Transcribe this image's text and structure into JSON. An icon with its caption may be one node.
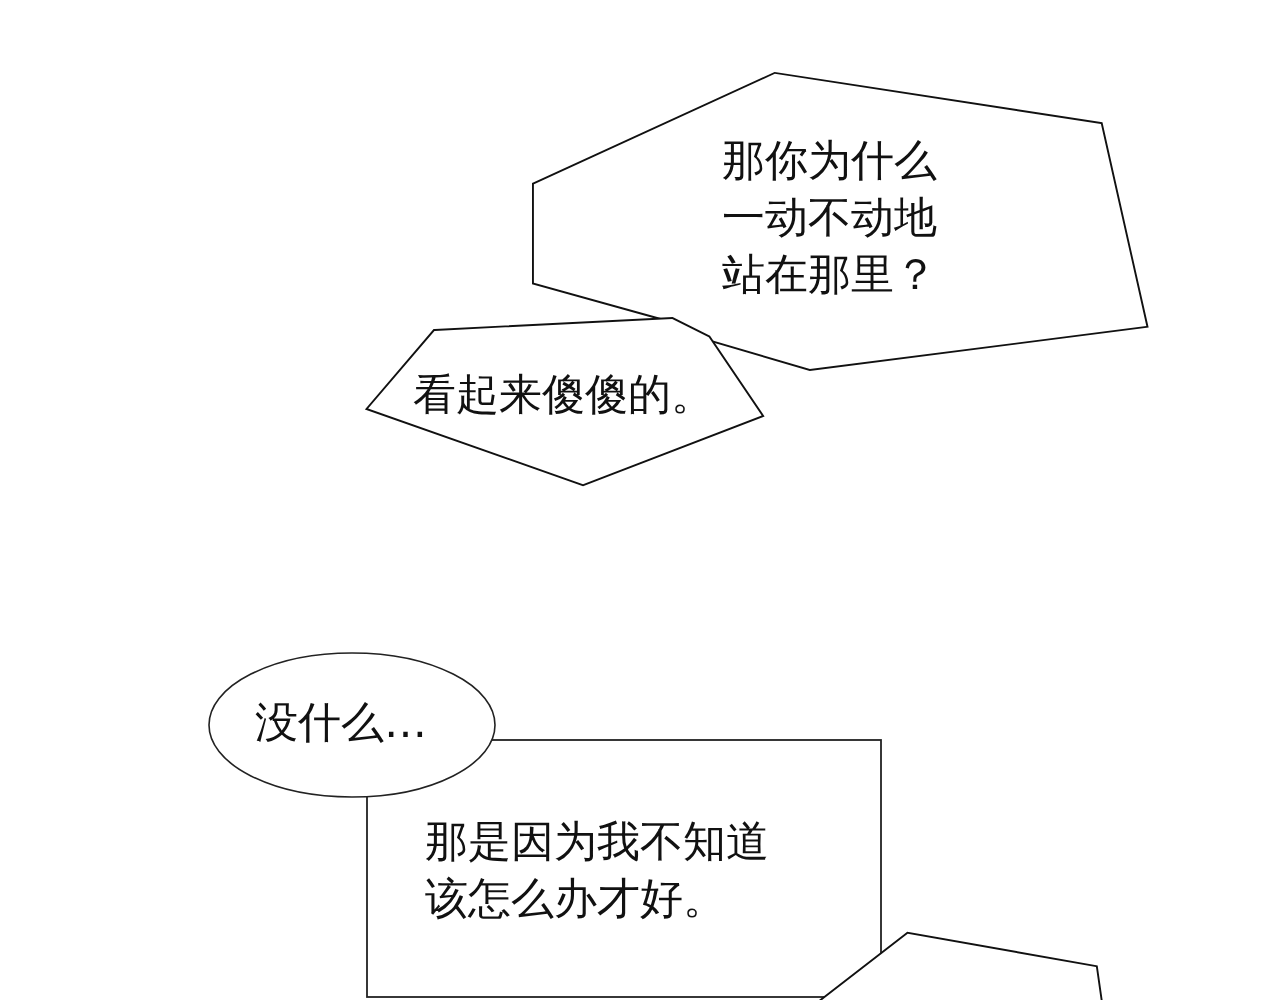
{
  "diagram": {
    "nodes": [
      {
        "text": [
          "那你为什么一动不动地站在那里？"
        ]
      },
      {
        "text": [
          "看起来傻傻的。"
        ]
      },
      {
        "text": [
          "没什么…"
        ]
      },
      {
        "text": [
          "那是因为我不知道该怎么办才好。"
        ]
      },
      {
        "text": [],
        "shape": "polygon"
      }
    ],
    "edges": []
  }
}
